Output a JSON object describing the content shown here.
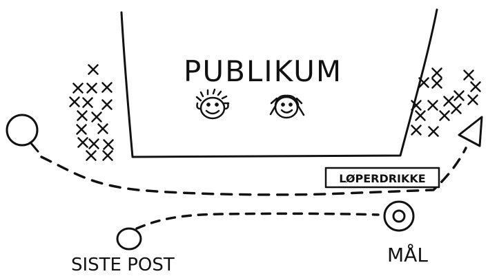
{
  "labels": {
    "audience": "PUBLIKUM",
    "water_station": "LØPERDRIKKE",
    "last_control": "SISTE POST",
    "finish": "MÅL"
  },
  "colors": {
    "ink": "#111111",
    "paper": "#ffffff"
  },
  "icons": [
    "start-control-circle-icon",
    "start-triangle-icon",
    "finish-double-circle-icon",
    "last-control-circle-icon",
    "smiley-face-icon",
    "spectator-cross-icon"
  ]
}
